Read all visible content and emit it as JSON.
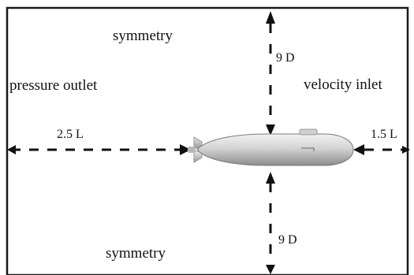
{
  "labels": {
    "top_boundary": "symmetry",
    "bottom_boundary": "symmetry",
    "left_boundary": "pressure outlet",
    "right_boundary": "velocity inlet",
    "upstream_distance": "2.5 L",
    "downstream_distance": "1.5 L",
    "top_distance": "9 D",
    "bottom_distance": "9 D"
  },
  "colors": {
    "border": "#1a1a1a",
    "arrow": "#111111",
    "hull_light": "#e6e6e6",
    "hull_dark": "#8f8f8f"
  }
}
